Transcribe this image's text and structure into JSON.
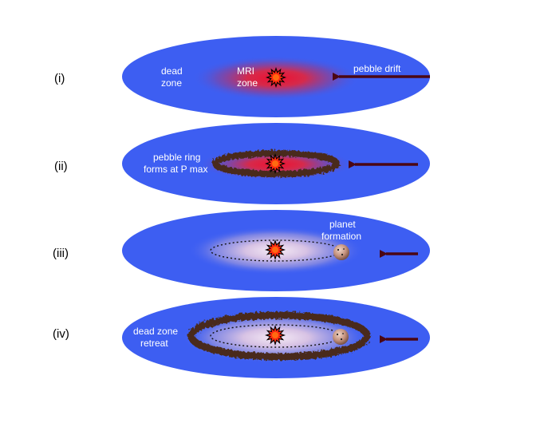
{
  "colors": {
    "background": "#ffffff",
    "disk_blue": "#3d5ef2",
    "mri_red": "#e0102a",
    "pebble_brown": "#4a2c1a",
    "arrow_maroon": "#4b0713",
    "annotation_text": "#ffffff",
    "star_red": "#ff2a10",
    "planet": "#c89a86"
  },
  "stages": [
    {
      "label": "(i)",
      "annotations": [
        "dead",
        "zone",
        "MRI",
        "zone",
        "pebble drift"
      ],
      "features": {
        "mri_glow": "red",
        "pebble_ring": false,
        "planet": false,
        "orbit": false
      }
    },
    {
      "label": "(ii)",
      "annotations": [
        "pebble ring",
        "forms at P max"
      ],
      "features": {
        "mri_glow": "red",
        "pebble_ring": true,
        "planet": false,
        "orbit": false
      }
    },
    {
      "label": "(iii)",
      "annotations": [
        "planet",
        "formation"
      ],
      "features": {
        "mri_glow": "pale",
        "pebble_ring": false,
        "planet": true,
        "orbit": true
      }
    },
    {
      "label": "(iv)",
      "annotations": [
        "dead zone",
        "retreat"
      ],
      "features": {
        "mri_glow": "pale",
        "pebble_ring": true,
        "planet": true,
        "orbit": true
      }
    }
  ],
  "icons": {
    "central_star": "starburst-icon",
    "inward_arrow": "left-arrow-icon"
  }
}
